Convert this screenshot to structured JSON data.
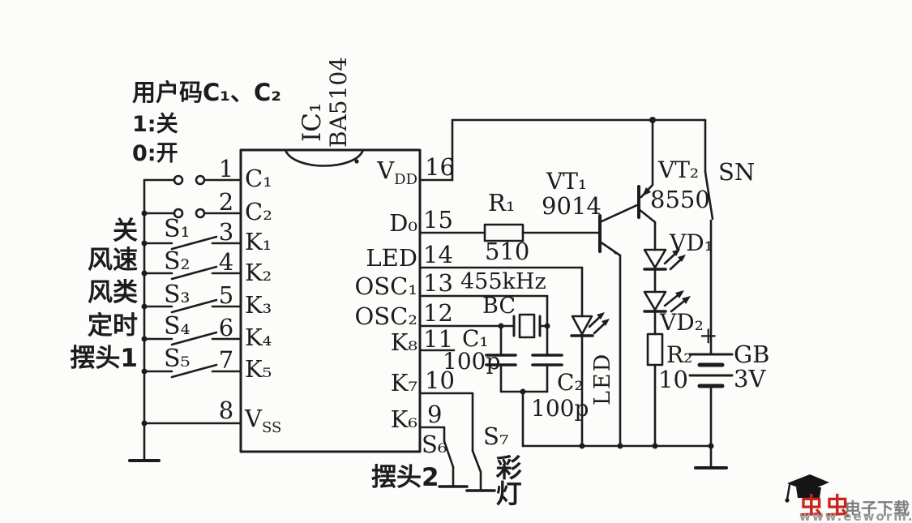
{
  "note": {
    "line1": "用户码C₁、C₂",
    "line2": "1:关",
    "line3": "0:开"
  },
  "ic": {
    "ref": "IC₁",
    "part": "BA5104",
    "pins_left": [
      {
        "num": "1",
        "name": "C₁"
      },
      {
        "num": "2",
        "name": "C₂"
      },
      {
        "num": "3",
        "name": "K₁"
      },
      {
        "num": "4",
        "name": "K₂"
      },
      {
        "num": "5",
        "name": "K₃"
      },
      {
        "num": "6",
        "name": "K₄"
      },
      {
        "num": "7",
        "name": "K₅"
      },
      {
        "num": "8",
        "name": "V",
        "sub": "SS"
      }
    ],
    "pins_right": [
      {
        "num": "16",
        "name": "V",
        "sub": "DD"
      },
      {
        "num": "15",
        "name": "D₀"
      },
      {
        "num": "14",
        "name": "LED"
      },
      {
        "num": "13",
        "name": "OSC₁"
      },
      {
        "num": "12",
        "name": "OSC₂"
      },
      {
        "num": "11",
        "name": "K₈"
      },
      {
        "num": "10",
        "name": "K₇"
      },
      {
        "num": "9",
        "name": "K₆"
      }
    ]
  },
  "functions": {
    "s1": "关",
    "s2": "风速",
    "s3": "风类",
    "s4": "定时",
    "s5": "摆头1",
    "s6": "摆头2",
    "s7": "彩灯"
  },
  "switches": {
    "s1": "S₁",
    "s2": "S₂",
    "s3": "S₃",
    "s4": "S₄",
    "s5": "S₅",
    "s6": "S₆",
    "s7": "S₇",
    "sn": "SN"
  },
  "components": {
    "r1": {
      "ref": "R₁",
      "value": "510"
    },
    "r2": {
      "ref": "R₂",
      "value": "10"
    },
    "vt1": {
      "ref": "VT₁",
      "value": "9014"
    },
    "vt2": {
      "ref": "VT₂",
      "value": "8550"
    },
    "vd1": "VD₁",
    "vd2": "VD₂",
    "led": "LED",
    "resonator": {
      "freq": "455kHz",
      "ref": "BC"
    },
    "c1": {
      "ref": "C₁",
      "value": "100p"
    },
    "c2": {
      "ref": "C₂",
      "value": "100p"
    },
    "battery": {
      "plus": "+",
      "ref": "GB",
      "value": "3V"
    }
  },
  "watermark": {
    "brand": "虫虫",
    "site": "电子下载站",
    "url": "www.eeworm.com",
    "brand_color": "#c9241c",
    "text_color": "#8a8a8a"
  },
  "colors": {
    "ink": "#1c1c1c",
    "background": "#fcfcfa"
  }
}
